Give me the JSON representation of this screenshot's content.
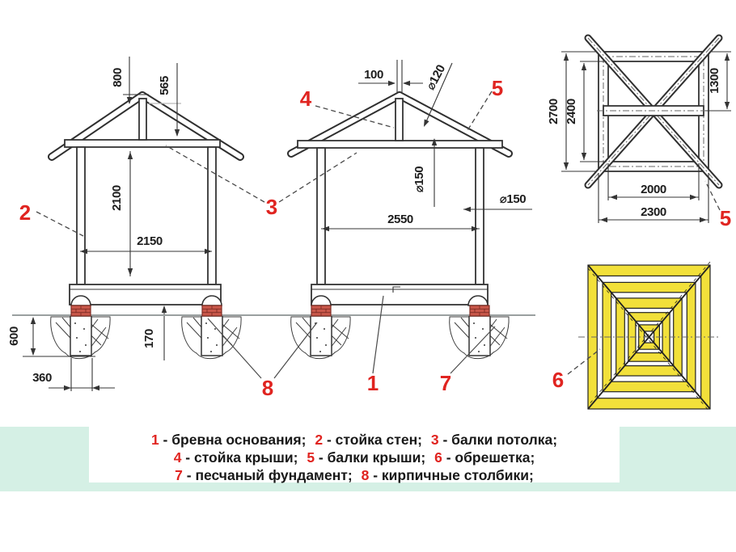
{
  "colors": {
    "line": "#343434",
    "dim_text": "#1c1c1c",
    "accent_red": "#e02420",
    "brick_red": "#c9574a",
    "brick_line": "#7e2d24",
    "lattice_yellow": "#f2e03a",
    "band_mint": "#d5f0e5",
    "ground_gray": "#9aa0a0"
  },
  "front_view": {
    "dims": {
      "ridge_height": "800",
      "post_height": "565",
      "wall_height": "2100",
      "inner_width": "2150",
      "foundation_depth": "600",
      "foundation_width": "360",
      "brick_height": "170"
    }
  },
  "side_view": {
    "dims": {
      "ridge_gap": "100",
      "rafter_dia": "⌀120",
      "beam_dia": "⌀150",
      "post_dia": "⌀150",
      "inner_width": "2550"
    }
  },
  "roof_plan": {
    "dims": {
      "outer_height": "2700",
      "inner_height": "2400",
      "half_height": "1300",
      "inner_width": "2000",
      "outer_width": "2300"
    }
  },
  "callouts": {
    "n1": "1",
    "n2": "2",
    "n3": "3",
    "n4": "4",
    "n5": "5",
    "n6": "6",
    "n7": "7",
    "n8": "8"
  },
  "legend": {
    "items": [
      {
        "num": "1",
        "label": "- бревна основания;"
      },
      {
        "num": "2",
        "label": "- стойка стен;"
      },
      {
        "num": "3",
        "label": "- балки потолка;"
      },
      {
        "num": "4",
        "label": "- стойка крыши;"
      },
      {
        "num": "5",
        "label": "- балки крыши;"
      },
      {
        "num": "6",
        "label": "- обрешетка;"
      },
      {
        "num": "7",
        "label": "- песчаный фундамент;"
      },
      {
        "num": "8",
        "label": "- кирпичные столбики;"
      }
    ]
  }
}
